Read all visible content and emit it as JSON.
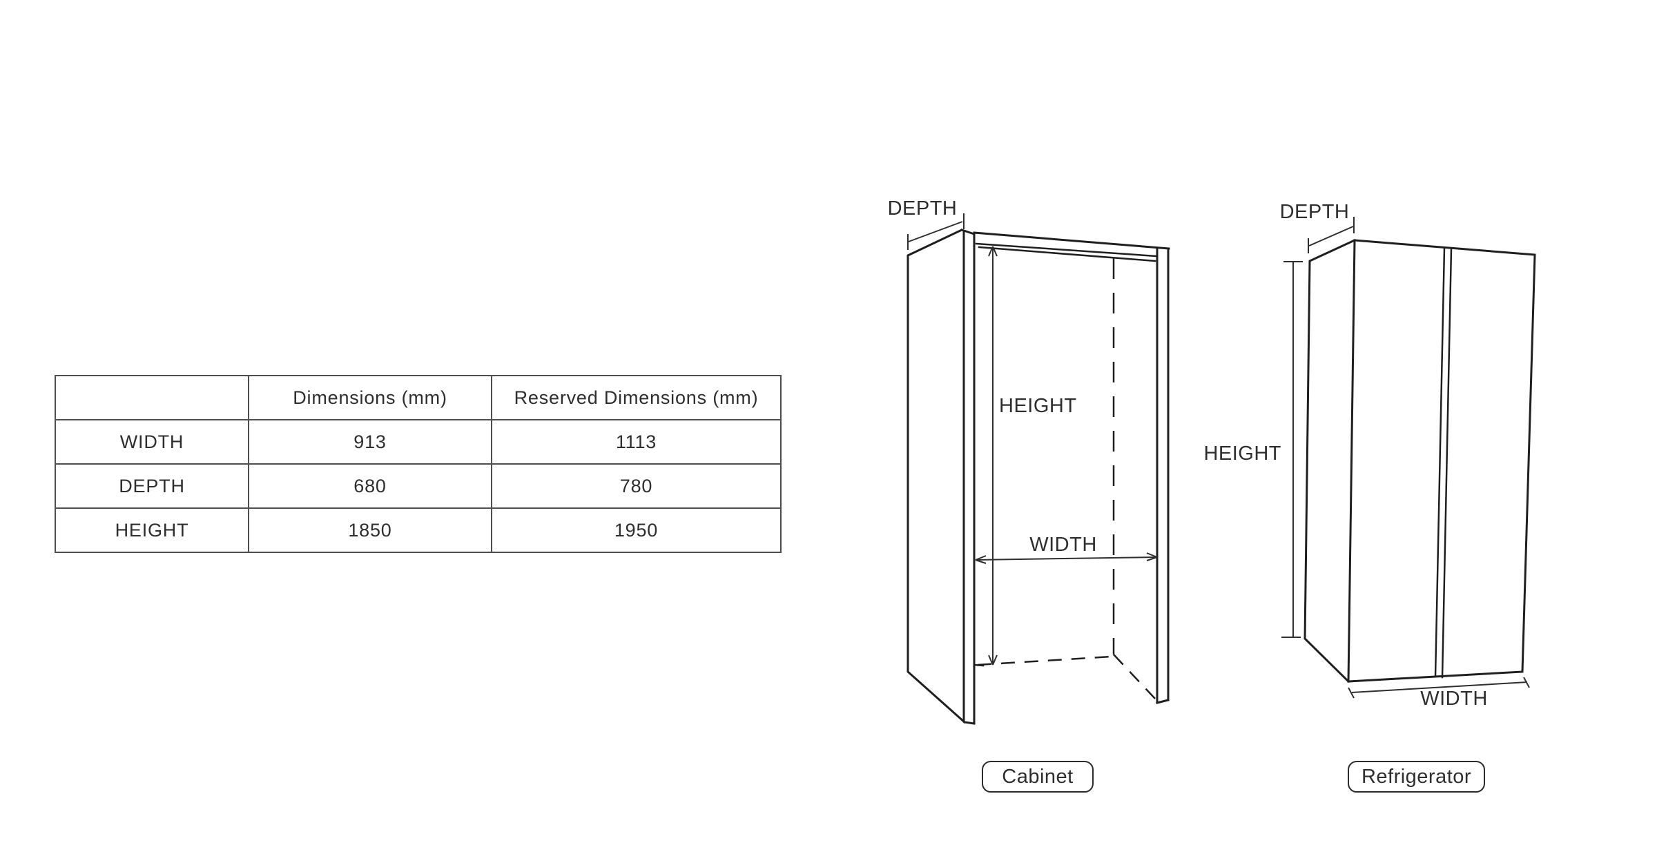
{
  "table": {
    "columns": [
      "",
      "Dimensions (mm)",
      "Reserved Dimensions (mm)"
    ],
    "rows": [
      {
        "label": "WIDTH",
        "dimension": "913",
        "reserved": "1113"
      },
      {
        "label": "DEPTH",
        "dimension": "680",
        "reserved": "780"
      },
      {
        "label": "HEIGHT",
        "dimension": "1850",
        "reserved": "1950"
      }
    ]
  },
  "diagrams": {
    "cabinet": {
      "badge": "Cabinet",
      "labels": {
        "depth": "DEPTH",
        "height": "HEIGHT",
        "width": "WIDTH"
      }
    },
    "refrigerator": {
      "badge": "Refrigerator",
      "labels": {
        "depth": "DEPTH",
        "height": "HEIGHT",
        "width": "WIDTH"
      }
    }
  },
  "colors": {
    "background": "#ffffff",
    "line": "#1f1f1f",
    "text": "#2e2e2e",
    "table_border": "#4d4d4d"
  }
}
